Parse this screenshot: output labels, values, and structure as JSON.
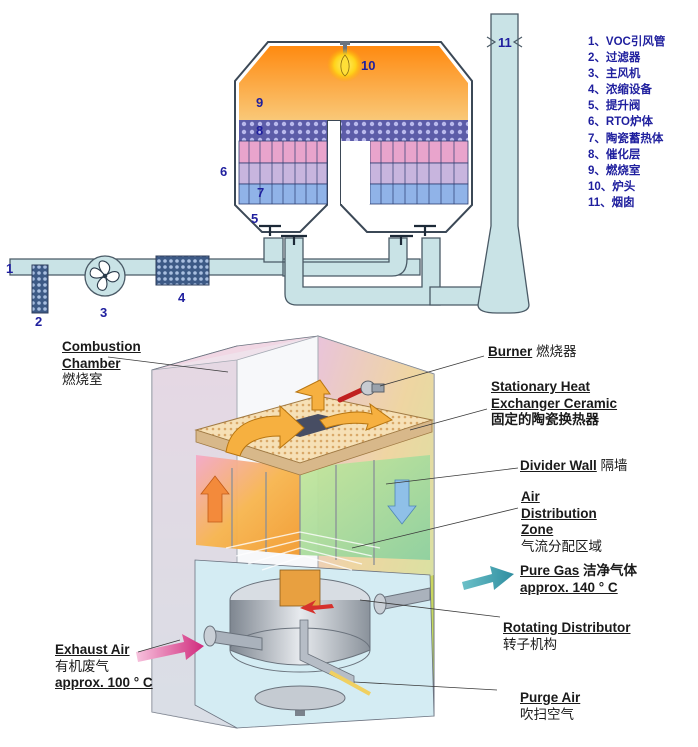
{
  "top": {
    "legend": [
      "1、VOC引风管",
      "2、过滤器",
      "3、主风机",
      "4、浓缩设备",
      "5、提升阀",
      "6、RTO炉体",
      "7、陶瓷蓄热体",
      "8、催化层",
      "9、燃烧室",
      "10、炉头",
      "11、烟囱"
    ],
    "numbers": {
      "n1": "1",
      "n2": "2",
      "n3": "3",
      "n4": "4",
      "n5": "5",
      "n6": "6",
      "n7": "7",
      "n8": "8",
      "n9": "9",
      "n10": "10",
      "n11": "11"
    }
  },
  "bottom": {
    "combustion": {
      "l1": "Combustion",
      "l2": "Chamber",
      "cn": "燃烧室"
    },
    "burner": {
      "en": "Burner",
      "cn": "燃烧器"
    },
    "heat": {
      "l1": "Stationary Heat",
      "l2": "Exchanger Ceramic",
      "cn": "固定的陶瓷换热器"
    },
    "divider": {
      "en": "Divider Wall",
      "cn": "隔墙"
    },
    "air": {
      "l1": "Air",
      "l2": "Distribution",
      "l3": "Zone",
      "cn": "气流分配区域"
    },
    "pure": {
      "en": "Pure Gas",
      "cn": "洁净气体",
      "temp": "approx. 140 ° C"
    },
    "exhaust": {
      "en": "Exhaust Air",
      "cn": "有机废气",
      "temp": "approx. 100 ° C"
    },
    "rotating": {
      "en": "Rotating Distributor",
      "cn": "转子机构"
    },
    "purge": {
      "en": "Purge Air",
      "cn": "吹扫空气"
    }
  },
  "colors": {
    "duct": "#c9e3e6",
    "duct_stroke": "#4a5a66",
    "chamber_top": "#ff9d1c",
    "chamber_bottom": "#f7c266",
    "catalyst": "#6f6fb6",
    "media_pink": "#e6a0c8",
    "media_blue": "#8fb4ea",
    "legend_text": "#1f1f9e",
    "arrow_hot": "#f5a020",
    "arrow_cool": "#7fb4e8"
  }
}
